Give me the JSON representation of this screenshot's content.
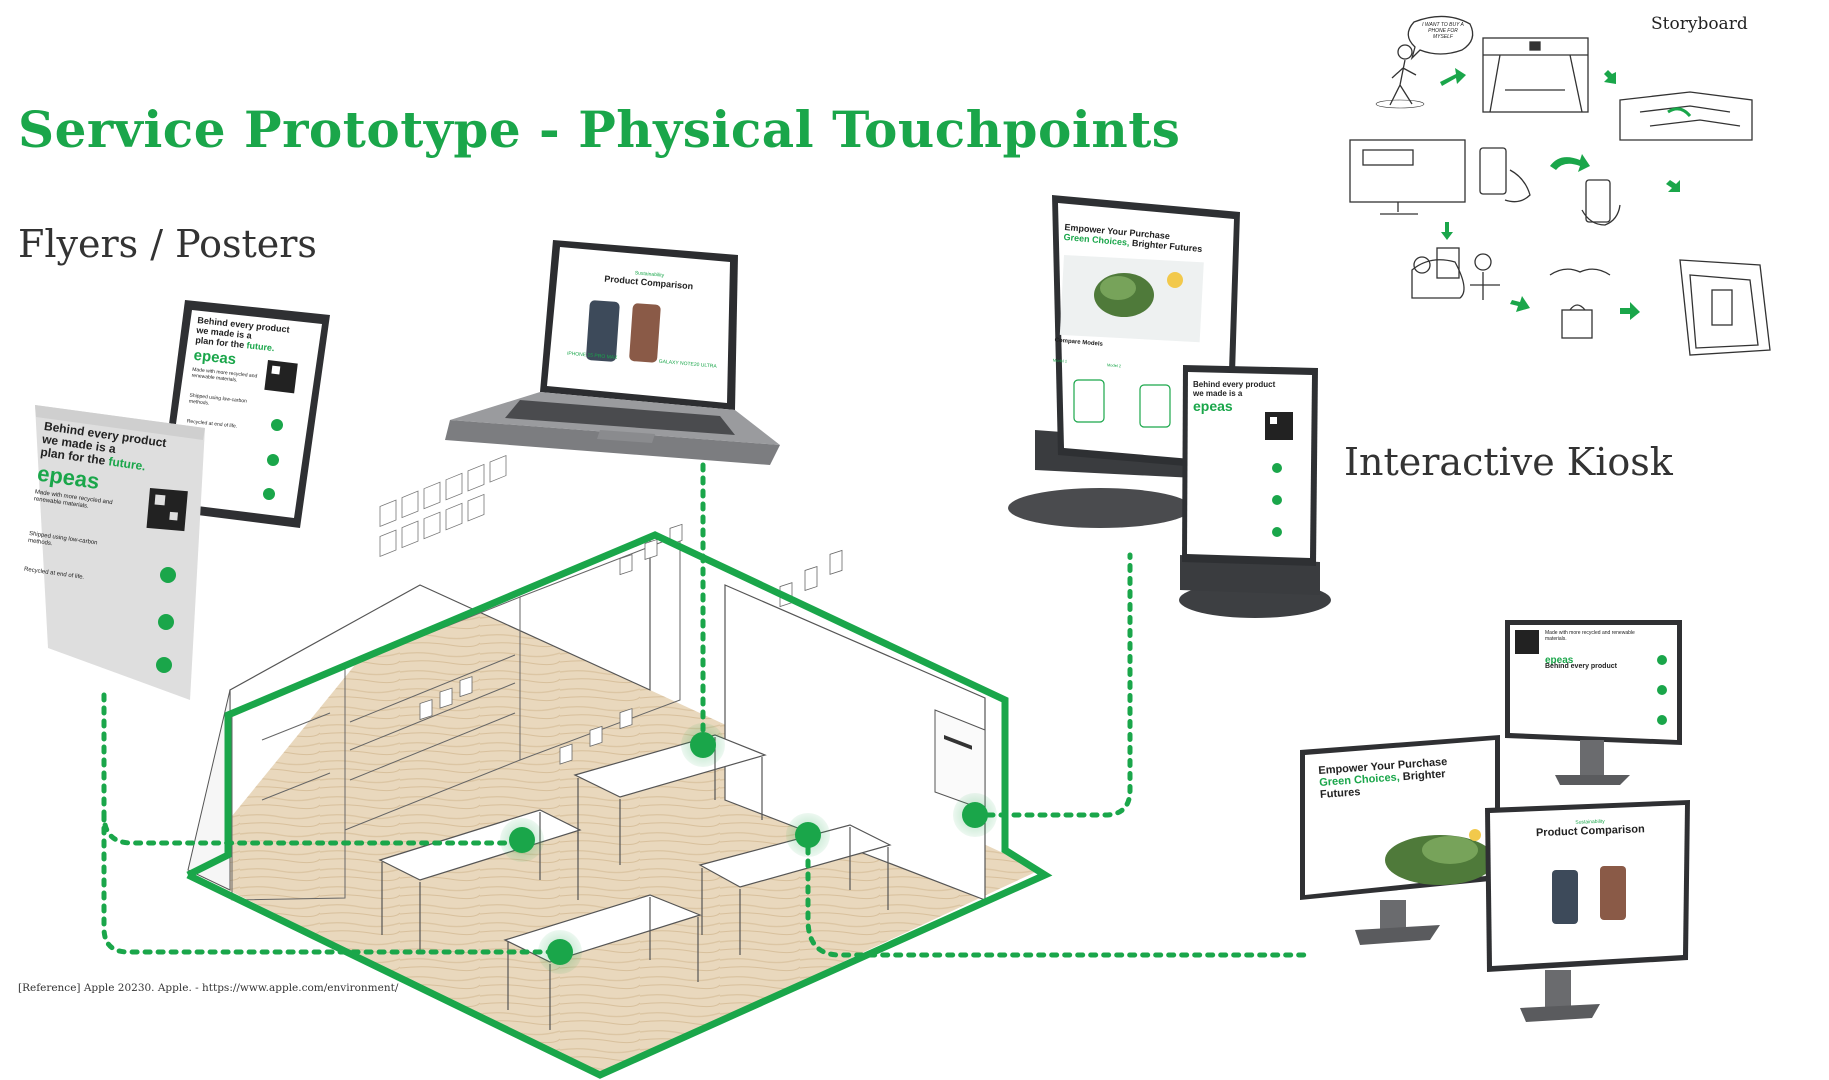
{
  "header": {
    "title": "Service Prototype - Physical Touchpoints"
  },
  "sections": {
    "flyers_label": "Flyers / Posters",
    "kiosk_label": "Interactive Kiosk",
    "storyboard_label": "Storyboard"
  },
  "reference": "[Reference] Apple 20230. Apple. - https://www.apple.com/environment/",
  "poster": {
    "headline_1": "Behind every product",
    "headline_2": "we made is a",
    "headline_3": "plan for the",
    "headline_3_green": "future.",
    "brand": "epeas",
    "point_1": "Made with more recycled and renewable materials.",
    "point_2": "Shipped using low-carbon methods.",
    "point_3": "Recycled at end of life."
  },
  "kiosk": {
    "headline_1": "Empower Your Purchase",
    "headline_2_green": "Green Choices,",
    "headline_2_rest": "Brighter Futures",
    "compare_label": "Compare Models",
    "model_1": "Model 1",
    "model_2": "Model 2"
  },
  "laptop": {
    "kicker": "Sustainability",
    "title": "Product Comparison",
    "product_1": "iPHONE 15 PRO MAX",
    "product_2": "GALAXY NOTE20 ULTRA"
  },
  "storyboard": {
    "speech": "I WANT TO BUY A PHONE FOR MYSELF"
  },
  "colors": {
    "accent": "#1aa64a",
    "floor": "#e6d4b9",
    "dark_device": "#3a3c3f"
  }
}
